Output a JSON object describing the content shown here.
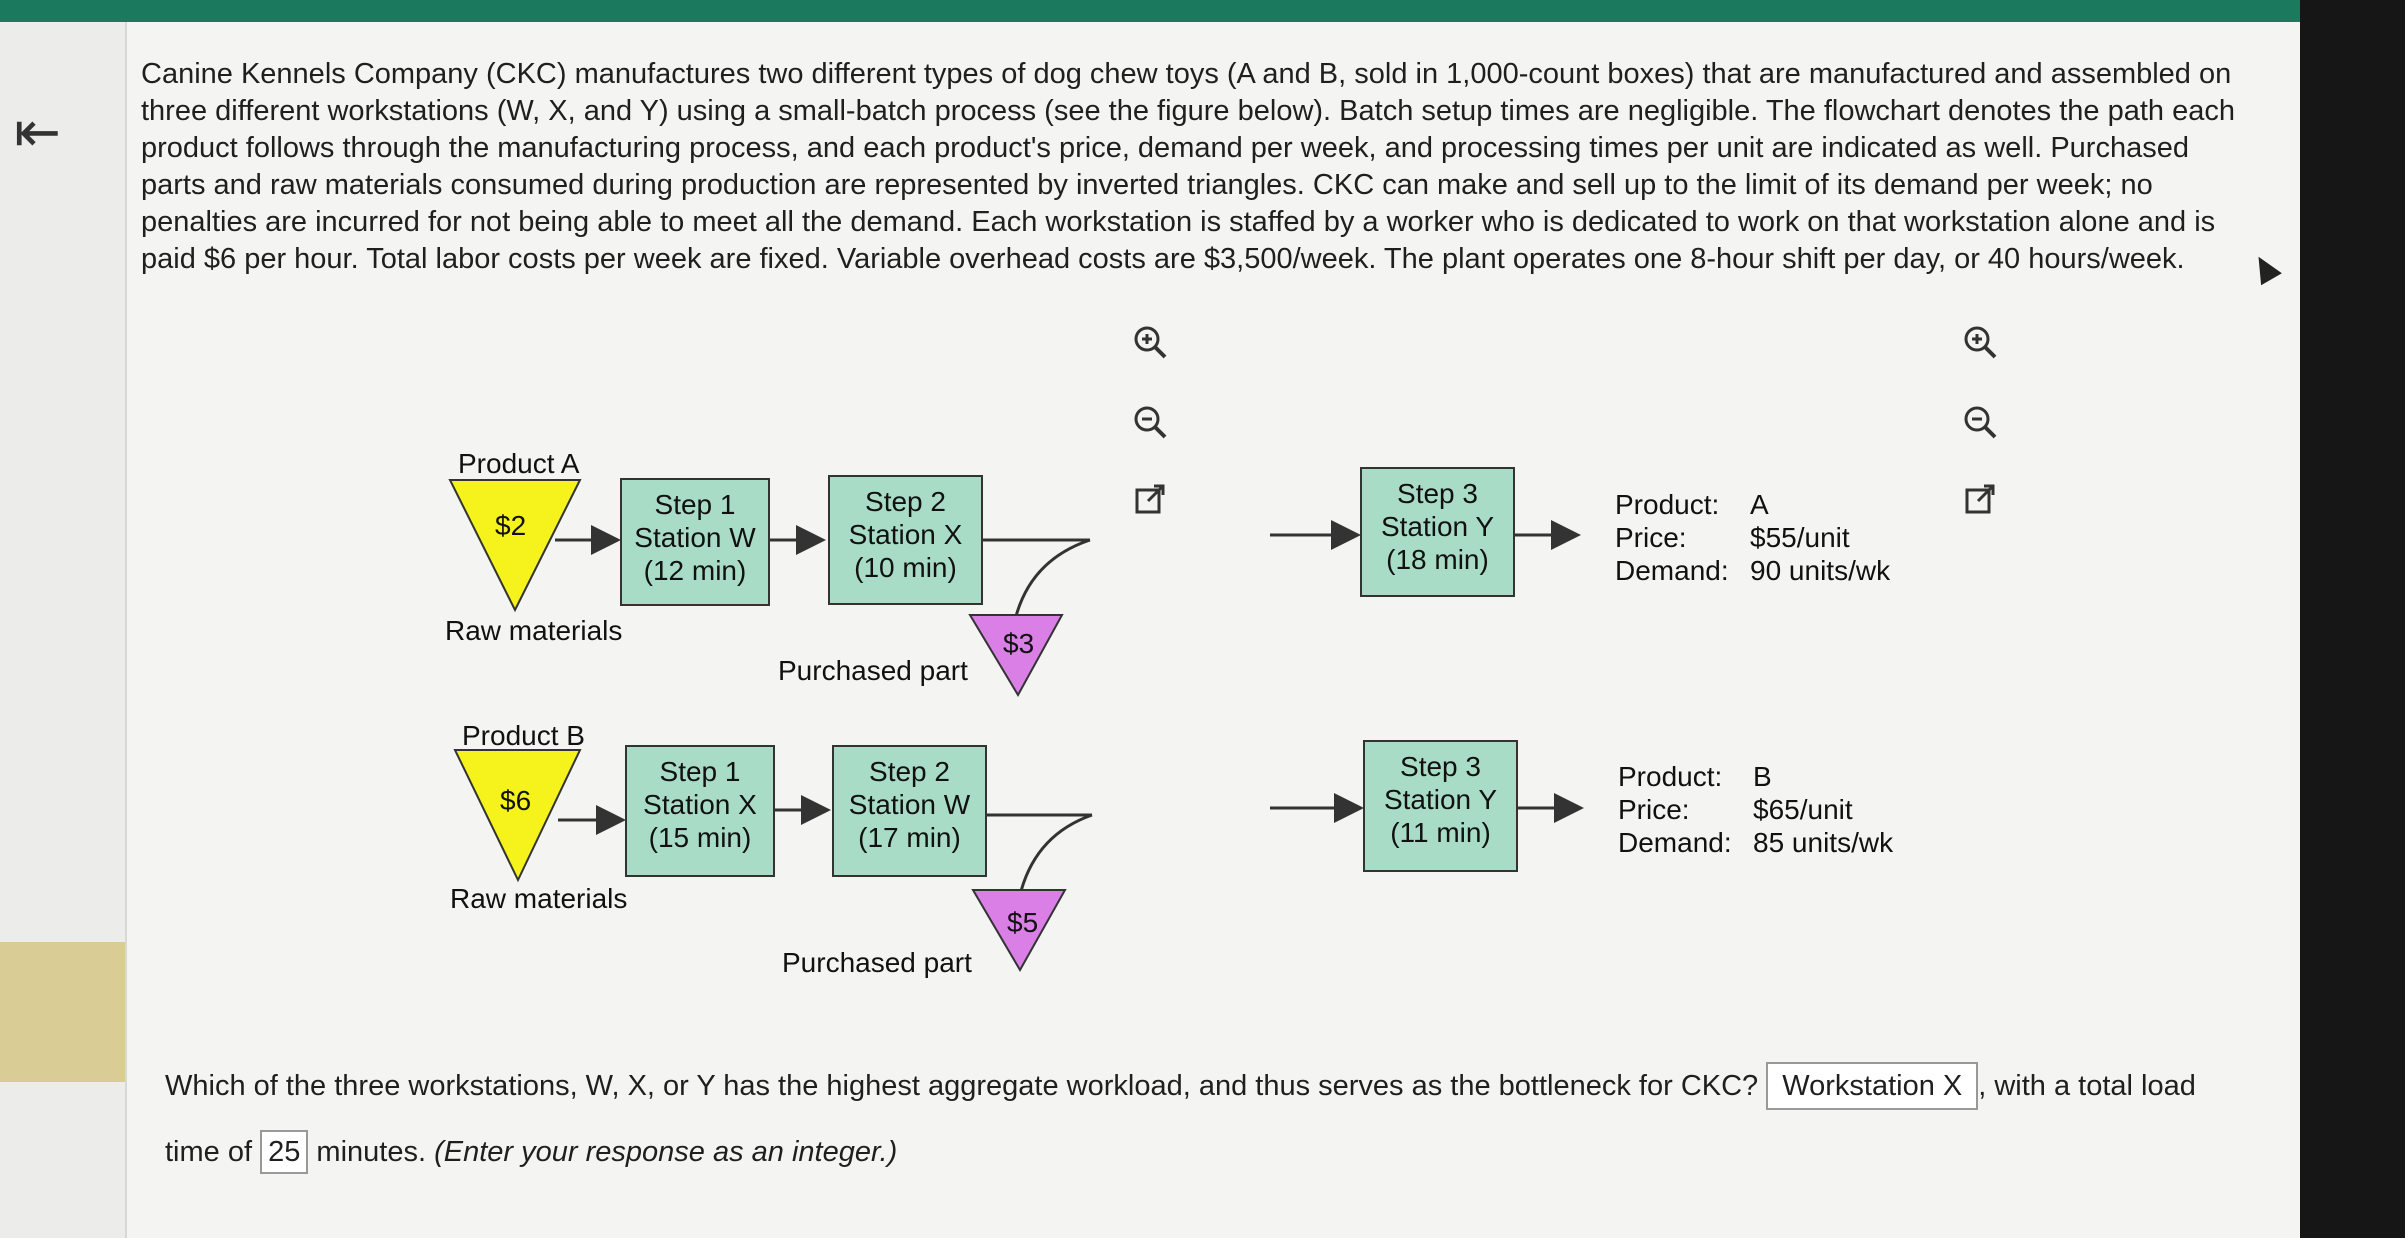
{
  "problem_text": "Canine Kennels Company (CKC) manufactures two different types of dog chew toys (A and B, sold in 1,000-count boxes) that are manufactured and assembled on three different workstations (W, X, and Y) using a small-batch process (see the figure below). Batch setup times are negligible. The flowchart denotes the path each product follows through the manufacturing process, and each product's price, demand per week, and processing times per unit are indicated as well. Purchased parts and raw materials consumed during production are represented by inverted triangles. CKC can make and sell up to the limit of its demand per week; no penalties are incurred for not being able to meet all the demand. Each workstation is staffed by a worker who is dedicated to work on that workstation alone and is paid $6 per hour. Total labor costs per week are fixed. Variable overhead costs are $3,500/week. The plant operates one 8-hour shift per day, or 40 hours/week.",
  "product_a": {
    "label": "Product A",
    "raw_cost": "$2",
    "raw_label": "Raw materials",
    "step1": [
      "Step 1",
      "Station W",
      "(12 min)"
    ],
    "step2": [
      "Step 2",
      "Station X",
      "(10 min)"
    ],
    "purchased_cost": "$3",
    "purchased_label": "Purchased part",
    "step3": [
      "Step 3",
      "Station Y",
      "(18 min)"
    ],
    "info": {
      "product_key": "Product:",
      "product_val": "A",
      "price_key": "Price:",
      "price_val": "$55/unit",
      "demand_key": "Demand:",
      "demand_val": "90 units/wk"
    }
  },
  "product_b": {
    "label": "Product B",
    "raw_cost": "$6",
    "raw_label": "Raw materials",
    "step1": [
      "Step 1",
      "Station X",
      "(15 min)"
    ],
    "step2": [
      "Step 2",
      "Station W",
      "(17 min)"
    ],
    "purchased_cost": "$5",
    "purchased_label": "Purchased part",
    "step3": [
      "Step 3",
      "Station Y",
      "(11 min)"
    ],
    "info": {
      "product_key": "Product:",
      "product_val": "B",
      "price_key": "Price:",
      "price_val": "$65/unit",
      "demand_key": "Demand:",
      "demand_val": "85 units/wk"
    }
  },
  "question": {
    "part1": "Which of the three workstations, W, X, or Y has the highest aggregate workload, and thus serves as the bottleneck for CKC?",
    "answer_station": "Workstation X",
    "part2": ", with a total load",
    "part3": "time of",
    "answer_minutes": "25",
    "part4": "minutes.",
    "hint": "(Enter your response as an integer.)"
  },
  "colors": {
    "raw_triangle": "#f5f21c",
    "purchased_triangle": "#d97fe6",
    "box_fill": "#a8dcc6",
    "accent_bar": "#1b7a5e"
  },
  "icons": [
    "back-arrow-icon",
    "zoom-in-icon",
    "zoom-out-icon",
    "external-link-icon"
  ]
}
